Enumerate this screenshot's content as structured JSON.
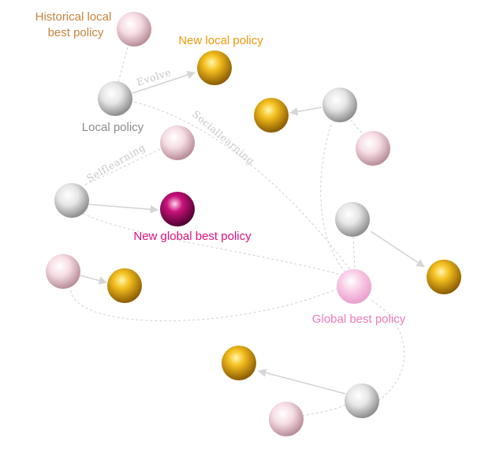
{
  "labels": {
    "historical_local_best_line1": "Historical local",
    "historical_local_best_line2": "best policy",
    "new_local_policy": "New local policy",
    "local_policy": "Local policy",
    "new_global_best_policy": "New global best policy",
    "global_best_policy": "Global best policy",
    "evolve": "Evolve",
    "social_learning": "Sociallearning",
    "self_learning": "Selflearning"
  },
  "colors": {
    "label_orange_brown": "#c8843c",
    "label_orange": "#f0980a",
    "label_gray": "#8a8a8a",
    "label_magenta": "#e0117f",
    "label_pink": "#f07ab8",
    "edge_gray": "#d2d2d2",
    "dash_gray": "#d0d0d0"
  },
  "node_kinds": [
    "gray",
    "pink",
    "gold",
    "magenta",
    "light-pink"
  ]
}
